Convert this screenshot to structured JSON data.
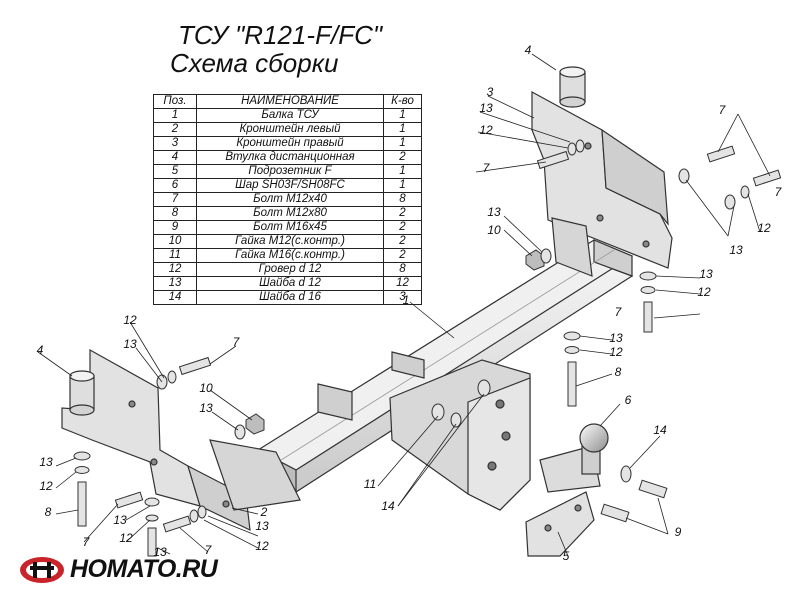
{
  "title_line1": "ТСУ \"R121-F/FC\"",
  "title_line2": "Схема сборки",
  "table": {
    "headers": [
      "Поз.",
      "НАИМЕНОВАНИЕ",
      "К-во"
    ],
    "rows": [
      [
        "1",
        "Балка ТСУ",
        "1"
      ],
      [
        "2",
        "Кронштейн левый",
        "1"
      ],
      [
        "3",
        "Кронштейн правый",
        "1"
      ],
      [
        "4",
        "Втулка дистанционная",
        "2"
      ],
      [
        "5",
        "Подрозетник F",
        "1"
      ],
      [
        "6",
        "Шар SH03F/SH08FC",
        "1"
      ],
      [
        "7",
        "Болт М12х40",
        "8"
      ],
      [
        "8",
        "Болт М12х80",
        "2"
      ],
      [
        "9",
        "Болт М16х45",
        "2"
      ],
      [
        "10",
        "Гайка М12(с.контр.)",
        "2"
      ],
      [
        "11",
        "Гайка  М16(с.контр.)",
        "2"
      ],
      [
        "12",
        "Гровер d 12",
        "8"
      ],
      [
        "13",
        "Шайба d 12",
        "12"
      ],
      [
        "14",
        "Шайба d 16",
        "3"
      ]
    ]
  },
  "callouts": [
    "1",
    "2",
    "3",
    "4",
    "4",
    "5",
    "6",
    "7",
    "7",
    "7",
    "7",
    "7",
    "7",
    "7",
    "8",
    "8",
    "9",
    "10",
    "10",
    "11",
    "12",
    "12",
    "12",
    "12",
    "12",
    "12",
    "12",
    "12",
    "13",
    "13",
    "13",
    "13",
    "13",
    "13",
    "13",
    "13",
    "13",
    "13",
    "13",
    "14",
    "14"
  ],
  "logo_text": "HOMATO.RU"
}
